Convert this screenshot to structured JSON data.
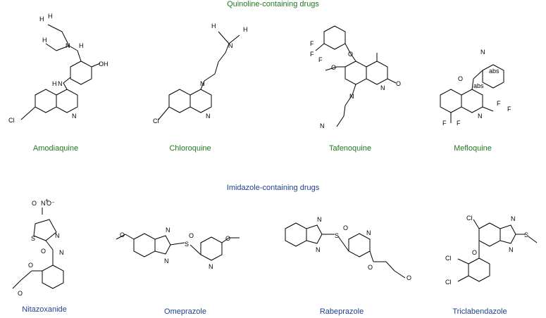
{
  "sections": [
    {
      "title": "Quinoline-containing drugs",
      "color": "#1f7a1f",
      "drugs": [
        {
          "name": "Amodiaquine"
        },
        {
          "name": "Chloroquine"
        },
        {
          "name": "Tafenoquine"
        },
        {
          "name": "Mefloquine"
        }
      ]
    },
    {
      "title": "Imidazole-containing drugs",
      "color": "#1f3f8f",
      "drugs": [
        {
          "name": "Nitazoxanide"
        },
        {
          "name": "Omeprazole"
        },
        {
          "name": "Rabeprazole"
        },
        {
          "name": "Triclabendazole"
        }
      ]
    }
  ],
  "atom_labels": {
    "Cl": "Cl",
    "N": "N",
    "H": "H",
    "O": "O",
    "F": "F",
    "S": "S",
    "OH": "OH",
    "abs": "abs",
    "nitro_plus": "N",
    "nitro_minus": "O⁻",
    "plus": "+"
  }
}
